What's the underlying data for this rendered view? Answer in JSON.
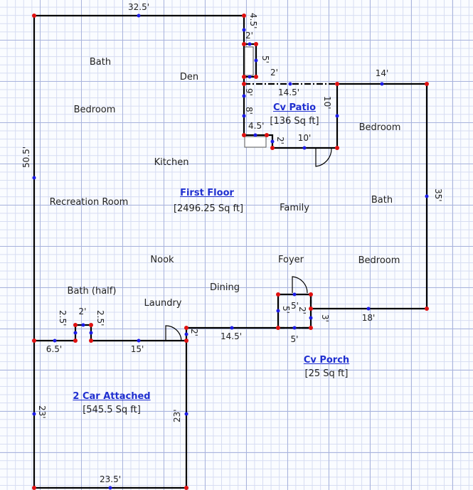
{
  "colors": {
    "wall": "#000000",
    "vertex": "#e01010",
    "midpoint": "#1b1be8",
    "area_title": "#1f2fd0",
    "grid": "#a9b4dd"
  },
  "rooms": {
    "bath_1": "Bath",
    "den": "Den",
    "bedroom_1": "Bedroom",
    "kitchen": "Kitchen",
    "recreation_room": "Recreation Room",
    "family": "Family",
    "bedroom_2": "Bedroom",
    "bath_2": "Bath",
    "nook": "Nook",
    "foyer": "Foyer",
    "bedroom_3": "Bedroom",
    "bath_half": "Bath (half)",
    "laundry": "Laundry",
    "dining": "Dining"
  },
  "areas": {
    "first_floor": {
      "title": "First Floor",
      "size": "[2496.25 Sq ft]"
    },
    "cv_patio": {
      "title": "Cv Patio",
      "size": "[136 Sq ft]"
    },
    "cv_porch": {
      "title": "Cv Porch",
      "size": "[25 Sq ft]"
    },
    "garage": {
      "title": "2 Car Attached",
      "size": "[545.5 Sq ft]"
    }
  },
  "dimensions": {
    "top": "32.5'",
    "left": "50.5'",
    "den_notch_45": "4.5'",
    "den_notch_2a": "2'",
    "den_notch_5": "5'",
    "den_notch_2b": "2'",
    "patio_top": "14.5'",
    "patio_14": "14'",
    "patio_9": "9'",
    "patio_8": "8'",
    "patio_10v": "10'",
    "patio_45": "4.5'",
    "patio_2": "2'",
    "patio_10": "10'",
    "right_35": "35'",
    "porch_18": "18'",
    "porch_3": "3'",
    "porch_5a": "5'",
    "porch_5b": "5'",
    "porch_2": "2'",
    "porch_5c": "5'",
    "front_145": "14.5'",
    "front_2": "2'",
    "front_15": "15'",
    "front_65": "6.5'",
    "bump_2": "2'",
    "bump_25a": "2.5'",
    "bump_25b": "2.5'",
    "garage_left": "23'",
    "garage_right": "23'",
    "garage_bottom": "23.5'"
  }
}
